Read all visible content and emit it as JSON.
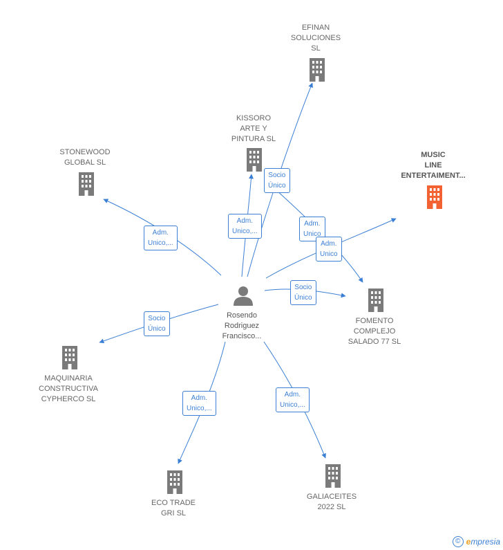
{
  "colors": {
    "edge": "#3b7fd4",
    "building": "#7a7a7a",
    "focus_building": "#f26232",
    "person": "#7a7a7a"
  },
  "center": {
    "name": "Rosendo\nRodriguez\nFrancisco...",
    "icon": "person-icon"
  },
  "companies": [
    {
      "id": "efinan",
      "name": "EFINAN\nSOLUCIONES\nSL",
      "focus": false
    },
    {
      "id": "kissoro",
      "name": "KISSORO\nARTE Y\nPINTURA  SL",
      "focus": false
    },
    {
      "id": "stonewood",
      "name": "STONEWOOD\nGLOBAL  SL",
      "focus": false
    },
    {
      "id": "music",
      "name": "MUSIC\nLINE\nENTERTAIMENT...",
      "focus": true
    },
    {
      "id": "fomento",
      "name": "FOMENTO\nCOMPLEJO\nSALADO 77  SL",
      "focus": false
    },
    {
      "id": "maquinaria",
      "name": "MAQUINARIA\nCONSTRUCTIVA\nCYPHERCO  SL",
      "focus": false
    },
    {
      "id": "ecotrade",
      "name": "ECO TRADE\nGRI  SL",
      "focus": false
    },
    {
      "id": "galiaceites",
      "name": "GALIACEITES\n2022  SL",
      "focus": false
    }
  ],
  "relations": [
    {
      "id": "r-efinan",
      "label": "Socio\nÚnico"
    },
    {
      "id": "r-kissoro",
      "label": "Adm.\nUnico,..."
    },
    {
      "id": "r-stonewood",
      "label": "Adm.\nUnico,..."
    },
    {
      "id": "r-fomento1",
      "label": "Adm.\nUnico"
    },
    {
      "id": "r-music",
      "label": "Adm.\nUnico"
    },
    {
      "id": "r-fomento2",
      "label": "Socio\nÚnico"
    },
    {
      "id": "r-maquinaria",
      "label": "Socio\nÚnico"
    },
    {
      "id": "r-ecotrade",
      "label": "Adm.\nUnico,..."
    },
    {
      "id": "r-galiaceites",
      "label": "Adm.\nUnico,..."
    }
  ],
  "footer": {
    "copyright": "©",
    "brand_e": "e",
    "brand_rest": "mpresia"
  }
}
